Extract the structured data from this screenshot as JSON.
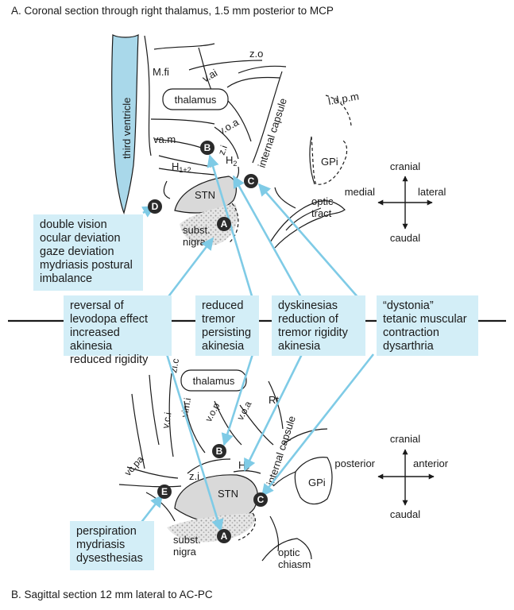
{
  "panel_a": {
    "caption": "A.  Coronal section through right thalamus, 1.5 mm posterior to MCP",
    "labels": {
      "third_ventricle": "third ventricle",
      "mfi": "M.fi",
      "vai": "v.ai",
      "zo": "z.o",
      "thalamus": "thalamus",
      "voa": "v.o.a",
      "internal_capsule": "internal capsule",
      "ldpm": "l.d.p.m",
      "vam": "va.m",
      "zi": "z.i",
      "h2": "H",
      "h2_sub": "2",
      "h12": "H",
      "h12_sub": "1+2",
      "stn": "STN",
      "gpi": "GPi",
      "optic_tract": "optic\ntract",
      "subst_nigra": "subst.\nnigra"
    },
    "compass": {
      "top": "cranial",
      "bottom": "caudal",
      "left": "medial",
      "right": "lateral"
    }
  },
  "panel_b": {
    "caption": "B.  Sagittal section 12 mm lateral to AC-PC",
    "labels": {
      "thalamus": "thalamus",
      "zic": "zi.c",
      "vci": "v.c.i",
      "vimi": "vim.i",
      "vop": "v.o.p",
      "voa": "v.o.a",
      "rt": "Rt",
      "internal_capsule": "internal capsule",
      "vcpa": "vc.pa",
      "zi": "z.i",
      "h2": "H",
      "h2_sub": "2",
      "stn": "STN",
      "gpi": "GPi",
      "subst_nigra": "subst.\nnigra",
      "optic_chiasm": "optic\nchiasm"
    },
    "compass": {
      "top": "cranial",
      "bottom": "caudal",
      "left": "posterior",
      "right": "anterior"
    }
  },
  "badges": {
    "A": "A",
    "B": "B",
    "C": "C",
    "D": "D",
    "E": "E"
  },
  "effects": {
    "D": "double vision\nocular deviation\ngaze deviation\nmydriasis postural\nimbalance",
    "A": "reversal of\nlevodopa effect\nincreased akinesia\nreduced rigidity",
    "B": "reduced\ntremor\npersisting\nakinesia",
    "H2": "dyskinesias\nreduction of\ntremor rigidity\nakinesia",
    "C": "“dystonia”\ntetanic muscular\ncontraction\ndysarthria",
    "E": "perspiration\nmydriasis\ndysesthesias"
  },
  "colors": {
    "callout_fill": "#d3eef7",
    "arrow": "#7fcbe6",
    "nucleus_fill": "#d9d9d9",
    "ventricle_fill": "#a9d8ea"
  }
}
